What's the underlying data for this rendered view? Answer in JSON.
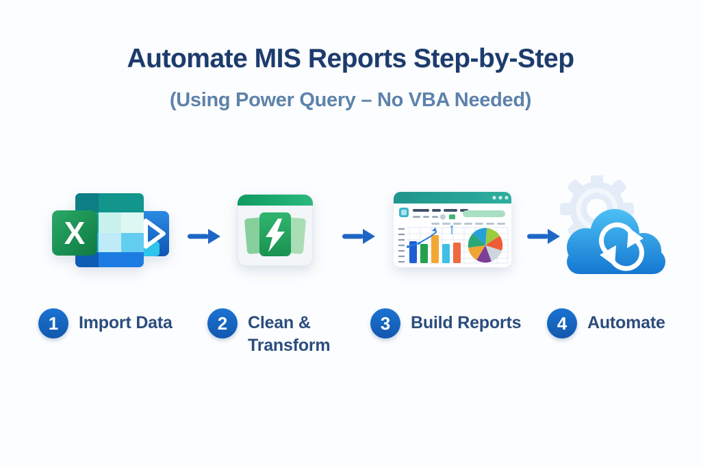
{
  "header": {
    "title": "Automate MIS Reports Step-by-Step",
    "subtitle": "(Using Power Query – No VBA Needed)"
  },
  "icons": {
    "excel_letter": "X"
  },
  "steps": [
    {
      "number": "1",
      "label": "Import Data",
      "icon": "excel-workbook"
    },
    {
      "number": "2",
      "label": "Clean &\nTransform",
      "icon": "power-query-lightning"
    },
    {
      "number": "3",
      "label": "Build Reports",
      "icon": "dashboard-window"
    },
    {
      "number": "4",
      "label": "Automate",
      "icon": "cloud-sync-gear"
    }
  ],
  "colors": {
    "background": "#fcfdfe",
    "title_navy": "#1d3c6d",
    "subtitle_blue": "#5d82ab",
    "label_navy": "#2b4c7d",
    "badge_blue": "#1866c6",
    "arrow_blue": "#1e66c6",
    "excel_green": "#1e9e57",
    "query_green": "#27a862",
    "window_teal": "#27a29a",
    "cloud_blue": "#2196e3",
    "gear_gray": "#e3ecf7"
  }
}
